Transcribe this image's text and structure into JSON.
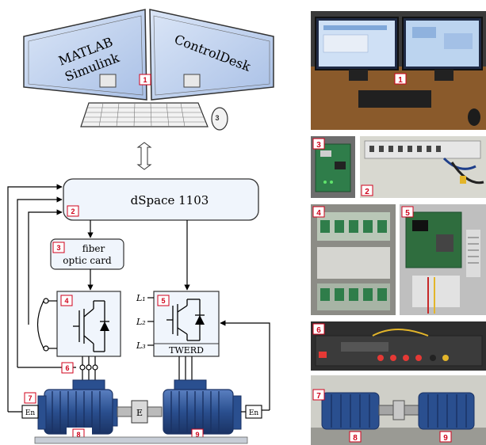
{
  "diagram": {
    "monitor_left": {
      "line1": "MATLAB",
      "line2": "Simulink"
    },
    "monitor_right": {
      "text": "ControlDesk"
    },
    "dspace_label": "dSpace 1103",
    "fiber_card": {
      "line1": "fiber",
      "line2": "optic card"
    },
    "twerd_label": "TWERD",
    "phase_labels": [
      "L₁",
      "L₂",
      "L₃"
    ],
    "encoder_label": "En",
    "coupling_label": "E",
    "markers": {
      "pc": "1",
      "mouse": "3",
      "dspace": "2",
      "fiber": "3",
      "inverter": "4",
      "twerd": "5",
      "sensors": "6",
      "encoder": "7",
      "motor_left": "8",
      "motor_right": "9"
    }
  },
  "photos": {
    "markers": [
      "1",
      "3",
      "2",
      "4",
      "5",
      "6",
      "7",
      "8",
      "9"
    ]
  },
  "colors": {
    "marker_red": "#d0021b",
    "motor_blue": "#2a4f8f",
    "screen_blue": "#c9d9f2"
  }
}
